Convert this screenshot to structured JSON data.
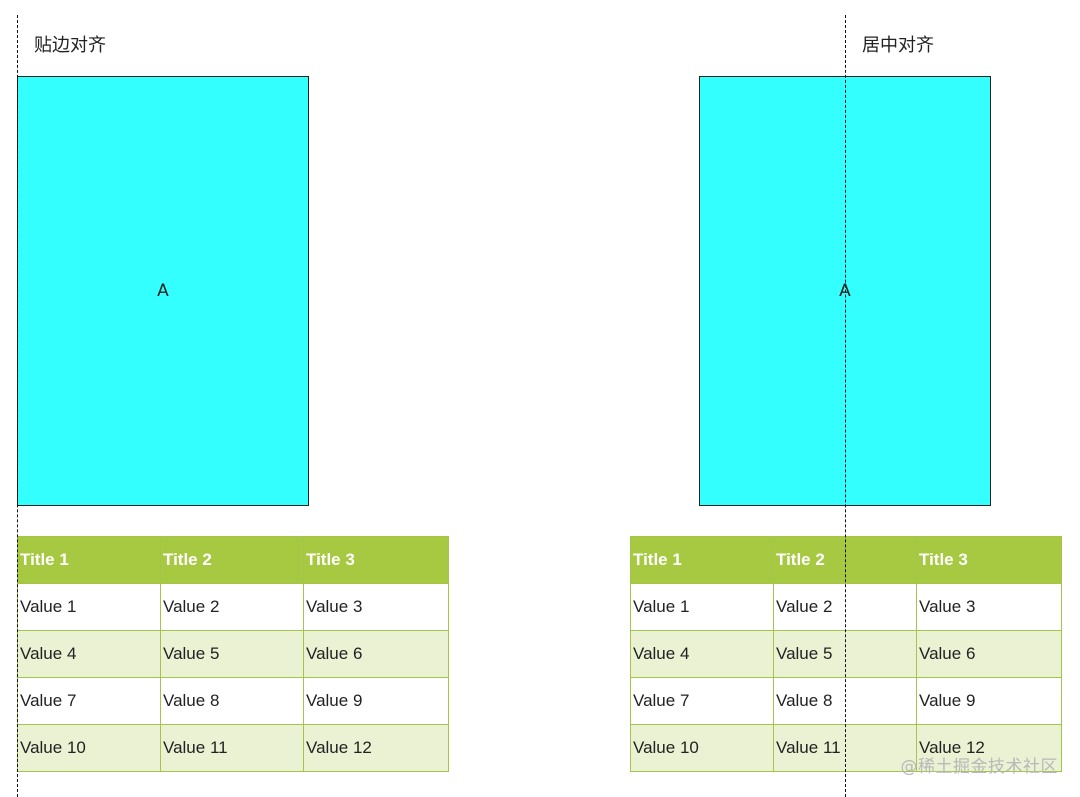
{
  "left": {
    "label": "贴边对齐",
    "box_letter": "A",
    "table": {
      "headers": [
        "Title 1",
        "Title 2",
        "Title 3"
      ],
      "rows": [
        [
          "Value 1",
          "Value 2",
          "Value 3"
        ],
        [
          "Value 4",
          "Value 5",
          "Value 6"
        ],
        [
          "Value 7",
          "Value 8",
          "Value 9"
        ],
        [
          "Value 10",
          "Value 11",
          "Value 12"
        ]
      ]
    }
  },
  "right": {
    "label": "居中对齐",
    "box_letter": "A",
    "table": {
      "headers": [
        "Title 1",
        "Title 2",
        "Title 3"
      ],
      "rows": [
        [
          "Value 1",
          "Value 2",
          "Value 3"
        ],
        [
          "Value 4",
          "Value 5",
          "Value 6"
        ],
        [
          "Value 7",
          "Value 8",
          "Value 9"
        ],
        [
          "Value 10",
          "Value 11",
          "Value 12"
        ]
      ]
    }
  },
  "watermark": "@稀土掘金技术社区",
  "colors": {
    "box_fill": "#33ffff",
    "header_fill": "#a7c942",
    "alt_row_fill": "#eaf2d3",
    "border": "#a2c64b"
  }
}
